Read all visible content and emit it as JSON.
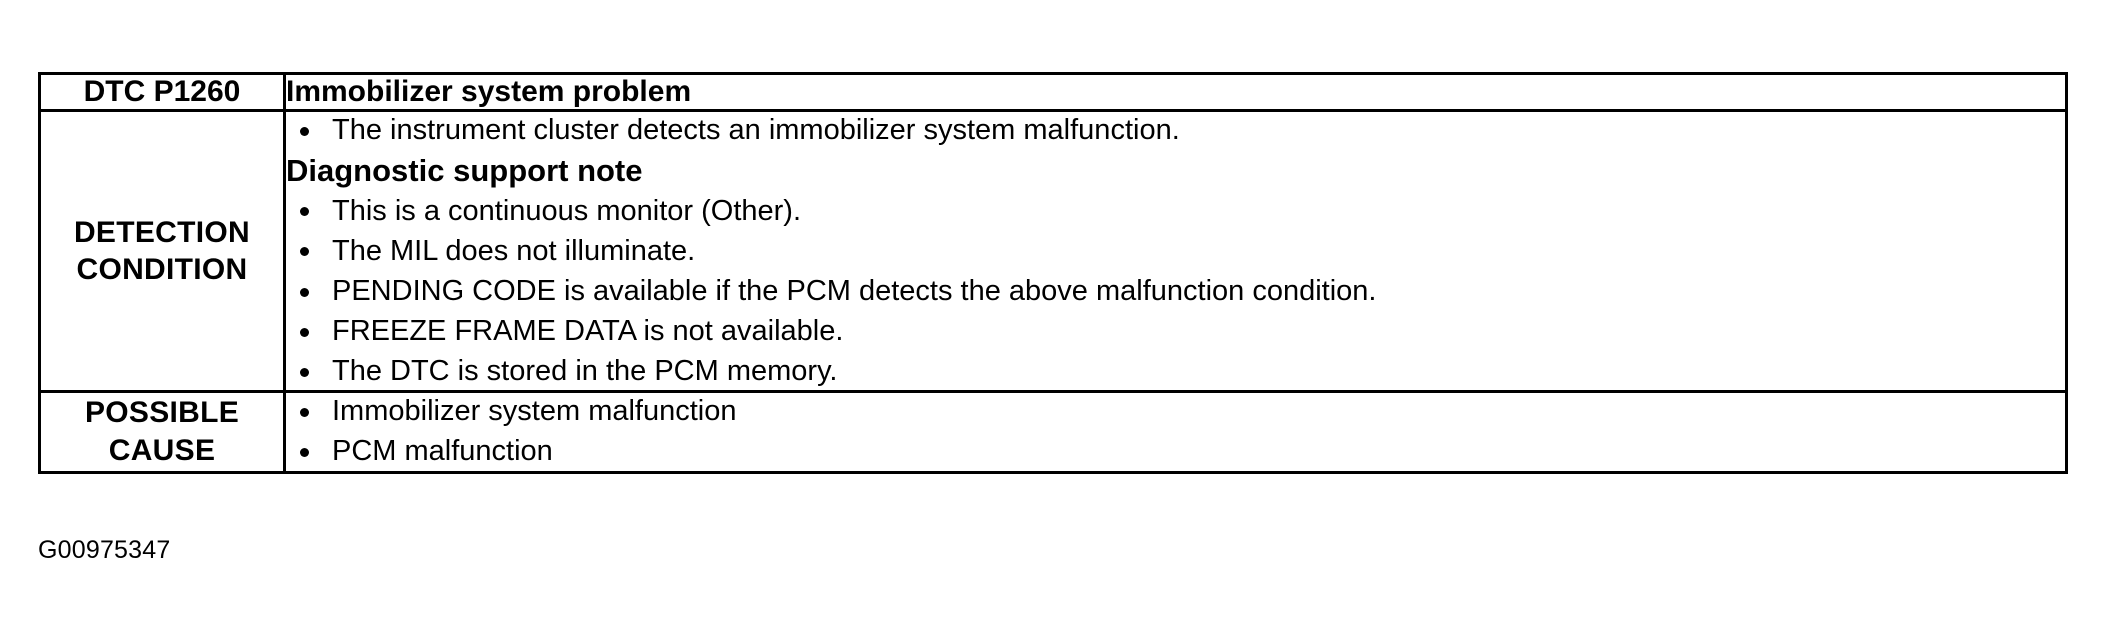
{
  "document": {
    "figure_code": "G00975347"
  },
  "table": {
    "header": {
      "code_label": "DTC P1260",
      "code_description": "Immobilizer system problem"
    },
    "rows": [
      {
        "label_lines": [
          "DETECTION",
          "CONDITION"
        ],
        "intro_bullets": [
          "The instrument cluster detects an immobilizer system malfunction."
        ],
        "note_heading": "Diagnostic support note",
        "note_bullets": [
          "This is a continuous monitor (Other).",
          "The MIL does not illuminate.",
          "PENDING CODE is available if the PCM detects the above malfunction condition.",
          "FREEZE FRAME DATA is not available.",
          "The DTC is stored in the PCM memory."
        ]
      },
      {
        "label_lines": [
          "POSSIBLE",
          "CAUSE"
        ],
        "bullets": [
          "Immobilizer system malfunction",
          "PCM malfunction"
        ]
      }
    ]
  }
}
